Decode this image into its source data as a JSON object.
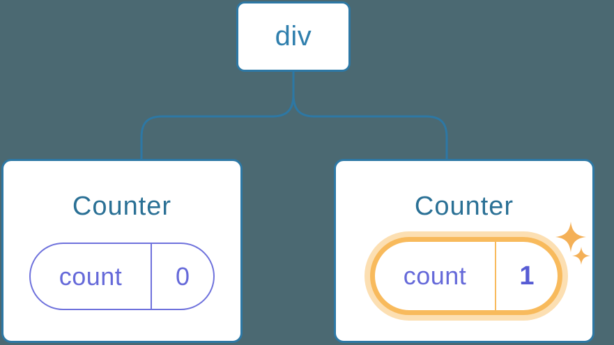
{
  "tree": {
    "root": {
      "label": "div"
    },
    "children": [
      {
        "title": "Counter",
        "state_key": "count",
        "state_value": "0",
        "highlighted": false
      },
      {
        "title": "Counter",
        "state_key": "count",
        "state_value": "1",
        "highlighted": true
      }
    ]
  },
  "colors": {
    "background": "#4b6972",
    "connector_blue": "#2d78a5",
    "root_label_blue": "#2f7fad",
    "title_blue": "#2a7095",
    "state_purple": "#6569d9",
    "state_value_indigo": "#575cd4",
    "highlight_orange": "#f8ba5c",
    "highlight_halo": "#fcdfb2",
    "sparkle_orange": "#f4b057",
    "card_white": "#ffffff"
  },
  "icons": {
    "sparkles": "sparkles-icon"
  }
}
